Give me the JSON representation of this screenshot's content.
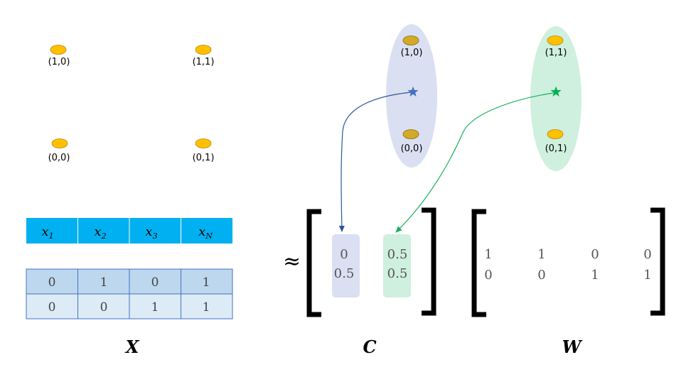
{
  "points": {
    "p10": "(1,0)",
    "p11": "(1,1)",
    "p00": "(0,0)",
    "p01": "(0,1)"
  },
  "cluster_points": {
    "c1_top": "(1,0)",
    "c1_bottom": "(0,0)",
    "c2_top": "(1,1)",
    "c2_bottom": "(0,1)"
  },
  "header_cells": [
    {
      "base": "x",
      "sub": "1"
    },
    {
      "base": "x",
      "sub": "2"
    },
    {
      "base": "x",
      "sub": "3"
    },
    {
      "base": "x",
      "sub": "N"
    }
  ],
  "table_rows": [
    [
      "0",
      "1",
      "0",
      "1"
    ],
    [
      "0",
      "0",
      "1",
      "1"
    ]
  ],
  "approx_symbol": "≈",
  "C_columns": [
    [
      "0",
      "0.5"
    ],
    [
      "0.5",
      "0.5"
    ]
  ],
  "W_rows": [
    [
      "1",
      "1",
      "0",
      "0"
    ],
    [
      "0",
      "0",
      "1",
      "1"
    ]
  ],
  "labels": {
    "X": "X",
    "C": "C",
    "W": "W"
  },
  "colors": {
    "point_fill": "#FFC000",
    "header_fill": "#00B0F0",
    "row1_fill": "#BDD7EE",
    "row2_fill": "#DDEBF7",
    "cluster1_fill": "#DAE0F2",
    "cluster2_fill": "#CFEFDF",
    "arrow_blue": "#2E5597",
    "arrow_green": "#16B05A",
    "star_blue": "#4472C4",
    "star_green": "#00B050"
  }
}
